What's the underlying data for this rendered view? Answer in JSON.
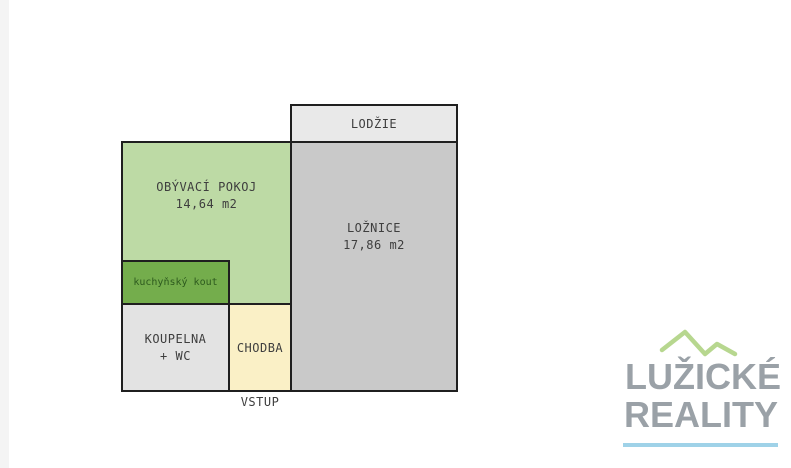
{
  "floorplan": {
    "border_color": "#1f1f1f",
    "label_color": "#3e3e3e",
    "rooms": [
      {
        "id": "lodzie",
        "name": "LODŽIE",
        "fill": "#e9e9e9"
      },
      {
        "id": "loznice",
        "name": "LOŽNICE",
        "area": "17,86 m2",
        "fill": "#c9c9c9"
      },
      {
        "id": "obyvaci",
        "name": "OBÝVACÍ POKOJ",
        "area": "14,64 m2",
        "fill": "#bddaa5"
      },
      {
        "id": "kout",
        "name": "kuchyňský kout",
        "fill": "#74ad4c",
        "label_color": "#2d5a1e"
      },
      {
        "id": "koupelna",
        "name": "KOUPELNA",
        "area": "+ WC",
        "fill": "#e3e3e3"
      },
      {
        "id": "chodba",
        "name": "CHODBA",
        "fill": "#faf0c6"
      }
    ],
    "entrance_label": "VSTUP"
  },
  "logo": {
    "line1": "LUŽICKÉ",
    "line2": "REALITY",
    "text_color": "#9aa1a7",
    "roof_color": "#b7d78f",
    "underline_color": "#9fd2e8"
  }
}
